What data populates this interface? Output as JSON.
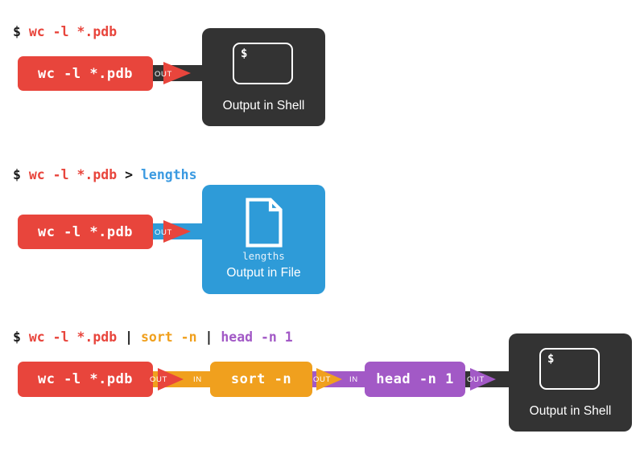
{
  "colors": {
    "background": "#ffffff",
    "red": "#e8453c",
    "orange": "#f0a01e",
    "purple": "#a259c6",
    "blue": "#2e9bd8",
    "dark": "#333333",
    "text_dark": "#1a1a1a",
    "white": "#ffffff"
  },
  "labels": {
    "out": "OUT",
    "in": "IN",
    "prompt_symbol": "$",
    "shell_caption": "Output in Shell",
    "file_caption": "Output in File"
  },
  "rows": [
    {
      "name": "simple-command",
      "command": {
        "prompt": "$",
        "tokens": [
          {
            "text": "wc -l *.pdb",
            "kind": "cmd1"
          }
        ],
        "full": "$ wc -l *.pdb"
      },
      "stages": [
        {
          "name": "wc",
          "label": "wc -l *.pdb",
          "color": "#e8453c"
        }
      ],
      "sink": {
        "type": "shell",
        "caption": "Output in Shell",
        "prompt": "$"
      }
    },
    {
      "name": "redirect-to-file",
      "command": {
        "prompt": "$",
        "tokens": [
          {
            "text": "wc -l *.pdb",
            "kind": "cmd1"
          },
          {
            "text": " > ",
            "kind": "redir"
          },
          {
            "text": "lengths",
            "kind": "file"
          }
        ],
        "full": "$ wc -l *.pdb > lengths"
      },
      "stages": [
        {
          "name": "wc",
          "label": "wc -l *.pdb",
          "color": "#e8453c"
        }
      ],
      "sink": {
        "type": "file",
        "caption": "Output in File",
        "filename": "lengths"
      }
    },
    {
      "name": "pipeline",
      "command": {
        "prompt": "$",
        "tokens": [
          {
            "text": "wc -l *.pdb",
            "kind": "cmd1"
          },
          {
            "text": " | ",
            "kind": "pipe"
          },
          {
            "text": "sort -n",
            "kind": "cmd2"
          },
          {
            "text": " | ",
            "kind": "pipe"
          },
          {
            "text": "head -n 1",
            "kind": "cmd3"
          }
        ],
        "full": "$ wc -l *.pdb | sort -n | head -n 1"
      },
      "stages": [
        {
          "name": "wc",
          "label": "wc -l *.pdb",
          "color": "#e8453c"
        },
        {
          "name": "sort",
          "label": "sort -n",
          "color": "#f0a01e"
        },
        {
          "name": "head",
          "label": "head -n 1",
          "color": "#a259c6"
        }
      ],
      "sink": {
        "type": "shell",
        "caption": "Output in Shell",
        "prompt": "$"
      }
    }
  ]
}
